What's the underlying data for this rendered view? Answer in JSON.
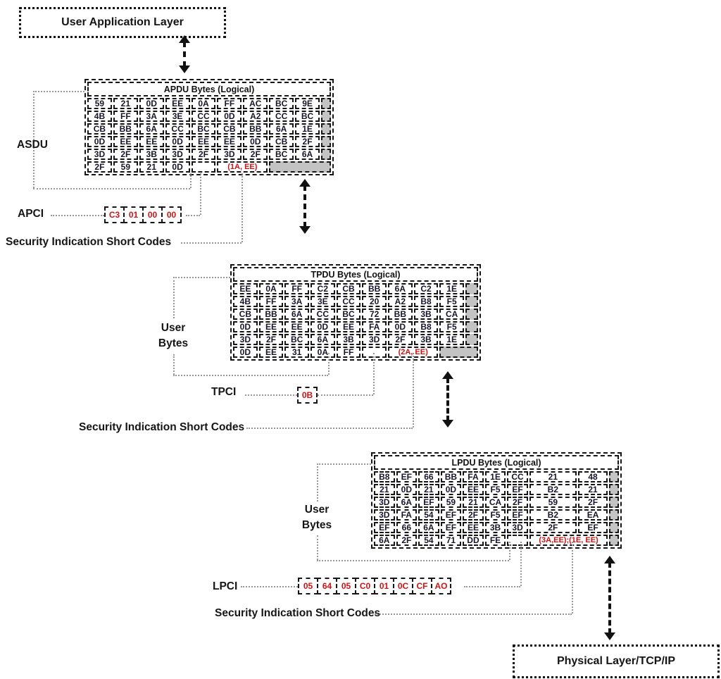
{
  "labels": {
    "user_app": "User Application Layer",
    "asdu": "ASDU",
    "apci": "APCI",
    "security": "Security Indication Short Codes",
    "user_bytes_line1": "User",
    "user_bytes_line2": "Bytes",
    "tpci": "TPCI",
    "lpci": "LPCI",
    "physical": "Physical Layer/TCP/IP"
  },
  "colors": {
    "red_accent": "#cc1414",
    "gray_fill": "#c3c3c3",
    "byte_text": "#16162a"
  },
  "tables": [
    {
      "id": "apdu",
      "title": "APDU Bytes (Logical)",
      "rows": [
        [
          {
            "t": "59"
          },
          {
            "t": "21"
          },
          {
            "t": "0D"
          },
          {
            "t": "EE"
          },
          {
            "t": "0A"
          },
          {
            "t": "FF"
          },
          {
            "t": "AC"
          },
          {
            "t": "BC"
          },
          {
            "t": "9E"
          },
          {
            "k": "gray"
          }
        ],
        [
          {
            "t": "4B"
          },
          {
            "t": "FF"
          },
          {
            "t": "3A"
          },
          {
            "t": "3E"
          },
          {
            "t": "CC"
          },
          {
            "t": "0D"
          },
          {
            "t": "A2"
          },
          {
            "t": "CC"
          },
          {
            "t": "BC"
          },
          {
            "k": "gray"
          }
        ],
        [
          {
            "t": "CB"
          },
          {
            "t": "BB"
          },
          {
            "t": "6A"
          },
          {
            "t": "CC"
          },
          {
            "t": "BC"
          },
          {
            "t": "CB"
          },
          {
            "t": "BB"
          },
          {
            "t": "6A"
          },
          {
            "t": "1E"
          },
          {
            "k": "gray"
          }
        ],
        [
          {
            "t": "0D"
          },
          {
            "t": "EE"
          },
          {
            "t": "EE"
          },
          {
            "t": "0D"
          },
          {
            "t": "EE"
          },
          {
            "t": "EE"
          },
          {
            "t": "0D"
          },
          {
            "t": "CB"
          },
          {
            "t": "2F"
          },
          {
            "k": "gray"
          }
        ],
        [
          {
            "t": "3D"
          },
          {
            "t": "2F"
          },
          {
            "t": "3B"
          },
          {
            "t": "3D"
          },
          {
            "t": "2F"
          },
          {
            "t": "3D"
          },
          {
            "t": "2F"
          },
          {
            "t": "BC"
          },
          {
            "t": "6A"
          },
          {
            "k": "gray"
          }
        ],
        [
          {
            "t": "2F"
          },
          {
            "t": "59"
          },
          {
            "t": "21"
          },
          {
            "t": "0D"
          },
          {
            "k": "empty"
          },
          {
            "t": "(1A, EE)",
            "k": "red",
            "c": 2
          },
          {
            "k": "gray",
            "c": 3
          }
        ]
      ]
    },
    {
      "id": "tpdu",
      "title": "TPDU Bytes (Logical)",
      "rows": [
        [
          {
            "t": "EE"
          },
          {
            "t": "0A"
          },
          {
            "t": "FF"
          },
          {
            "t": "C2"
          },
          {
            "t": "CB"
          },
          {
            "t": "BB"
          },
          {
            "t": "6A"
          },
          {
            "t": "C2"
          },
          {
            "t": "1E"
          },
          {
            "k": "gray"
          }
        ],
        [
          {
            "t": "4B"
          },
          {
            "t": "FF"
          },
          {
            "t": "3A"
          },
          {
            "t": "3E"
          },
          {
            "t": "CC"
          },
          {
            "t": "20"
          },
          {
            "t": "A2"
          },
          {
            "t": "B8"
          },
          {
            "t": "F5"
          },
          {
            "k": "gray"
          }
        ],
        [
          {
            "t": "CB"
          },
          {
            "t": "BB"
          },
          {
            "t": "6A"
          },
          {
            "t": "CC"
          },
          {
            "t": "BC"
          },
          {
            "t": "72"
          },
          {
            "t": "BB"
          },
          {
            "t": "3B"
          },
          {
            "t": "CA"
          },
          {
            "k": "gray"
          }
        ],
        [
          {
            "t": "0D"
          },
          {
            "t": "EE"
          },
          {
            "t": "EE"
          },
          {
            "t": "0D"
          },
          {
            "t": "EE"
          },
          {
            "t": "FA"
          },
          {
            "t": "0D"
          },
          {
            "t": "B8"
          },
          {
            "t": "F5"
          },
          {
            "k": "gray"
          }
        ],
        [
          {
            "t": "3D"
          },
          {
            "t": "2F"
          },
          {
            "t": "BC"
          },
          {
            "t": "6A"
          },
          {
            "t": "3B"
          },
          {
            "t": "3D"
          },
          {
            "t": "2F"
          },
          {
            "t": "3B"
          },
          {
            "t": "1E"
          },
          {
            "k": "gray"
          }
        ],
        [
          {
            "t": "0D"
          },
          {
            "t": "EE"
          },
          {
            "t": "31"
          },
          {
            "t": "0A"
          },
          {
            "t": "FF"
          },
          {
            "k": "empty"
          },
          {
            "t": "(2A, EE)",
            "k": "red",
            "c": 2
          },
          {
            "k": "gray",
            "c": 2
          }
        ]
      ]
    },
    {
      "id": "lpdu",
      "title": "LPDU Bytes (Logical)",
      "rows": [
        [
          {
            "t": "B8"
          },
          {
            "t": "EF"
          },
          {
            "t": "66"
          },
          {
            "t": "BB"
          },
          {
            "t": "FA"
          },
          {
            "t": "1E"
          },
          {
            "t": "CC"
          },
          {
            "t": "21"
          },
          {
            "t": "48"
          },
          {
            "k": "gray"
          }
        ],
        [
          {
            "t": "21"
          },
          {
            "t": "0D"
          },
          {
            "t": "21"
          },
          {
            "t": "0D"
          },
          {
            "t": "EE"
          },
          {
            "t": "F5"
          },
          {
            "t": "EF"
          },
          {
            "t": "B2"
          },
          {
            "t": "21"
          },
          {
            "k": "gray"
          }
        ],
        [
          {
            "t": "3D"
          },
          {
            "t": "6A"
          },
          {
            "t": "EF"
          },
          {
            "t": "59"
          },
          {
            "t": "21"
          },
          {
            "t": "CA"
          },
          {
            "t": "2F"
          },
          {
            "t": "59"
          },
          {
            "t": "2F"
          },
          {
            "k": "gray"
          }
        ],
        [
          {
            "t": "3D"
          },
          {
            "t": "FA"
          },
          {
            "t": "54"
          },
          {
            "t": "EF"
          },
          {
            "t": "2F"
          },
          {
            "t": "F5"
          },
          {
            "t": "EF"
          },
          {
            "t": "B2"
          },
          {
            "t": "EA"
          },
          {
            "k": "gray"
          }
        ],
        [
          {
            "t": "EF"
          },
          {
            "t": "66"
          },
          {
            "t": "6A"
          },
          {
            "t": "EF"
          },
          {
            "t": "EE"
          },
          {
            "t": "3B"
          },
          {
            "t": "3D"
          },
          {
            "t": "2F"
          },
          {
            "t": "EF"
          },
          {
            "k": "gray"
          }
        ],
        [
          {
            "t": "6A"
          },
          {
            "t": "2F"
          },
          {
            "t": "54"
          },
          {
            "t": "71"
          },
          {
            "t": "DD"
          },
          {
            "t": "FE"
          },
          {
            "k": "empty"
          },
          {
            "t": "(3A,EE);(1E, EE)",
            "k": "red",
            "c": 2
          },
          {
            "k": "gray"
          }
        ]
      ]
    }
  ],
  "code_boxes": [
    {
      "id": "apci",
      "bytes": [
        "C3",
        "01",
        "00",
        "00"
      ]
    },
    {
      "id": "tpci",
      "bytes": [
        "0B"
      ]
    },
    {
      "id": "lpci",
      "bytes": [
        "05",
        "64",
        "05",
        "C0",
        "01",
        "0C",
        "CF",
        "AO"
      ]
    }
  ]
}
